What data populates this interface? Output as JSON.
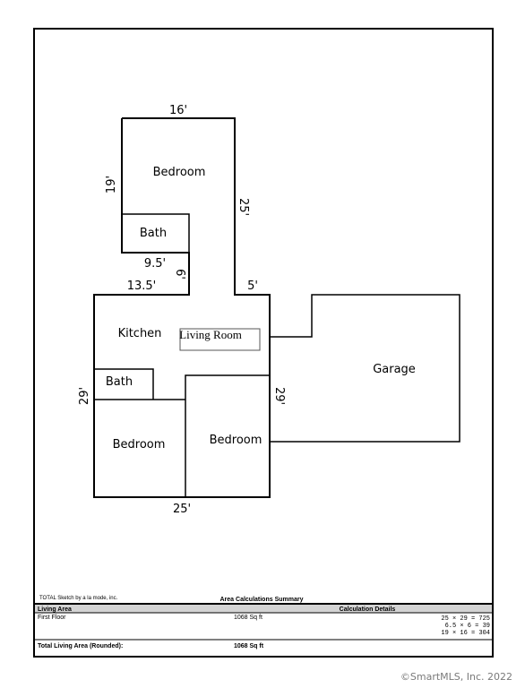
{
  "dimensions": {
    "top_width": "16'",
    "upper_left_height": "19'",
    "upper_right_height": "25'",
    "bath_width": "9.5'",
    "notch_height": "6'",
    "notch_width": "13.5'",
    "step_right": "5'",
    "left_height": "29'",
    "right_height": "29'",
    "bottom_width": "25'"
  },
  "rooms": {
    "bedroom_upper": "Bedroom",
    "bath_upper": "Bath",
    "kitchen": "Kitchen",
    "living_room": "Living Room",
    "bath_lower": "Bath",
    "bedroom_lower_left": "Bedroom",
    "bedroom_lower_right": "Bedroom",
    "garage": "Garage"
  },
  "footer": {
    "credit": "TOTAL Sketch by a la mode, inc.",
    "title": "Area Calculations Summary",
    "col_living_area": "Living Area",
    "col_calc_details": "Calculation Details",
    "floor_label": "First Floor",
    "floor_area": "1068 Sq ft",
    "calc_lines": [
      "25 × 29  =  725",
      "6.5 × 6  =   39",
      "19 × 16  =  304"
    ],
    "total_label": "Total Living Area (Rounded):",
    "total_value": "1068 Sq ft"
  },
  "copyright": "©SmartMLS, Inc.  2022"
}
